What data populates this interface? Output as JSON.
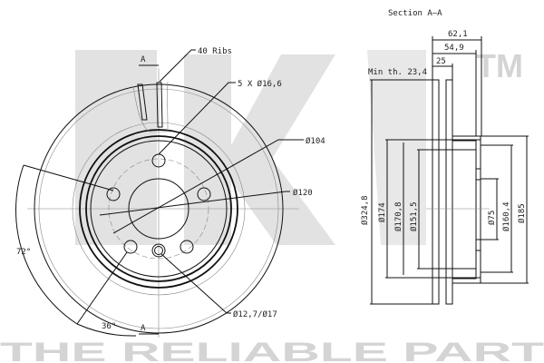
{
  "watermark": {
    "brand": "NK",
    "tm": "TM",
    "slogan": "THE RELIABLE PART"
  },
  "front_view": {
    "section_marker": "A",
    "ribs": "40 Ribs",
    "bolt_holes": "5 X Ø16,6",
    "d104": "Ø104",
    "d120": "Ø120",
    "angle_72": "72°",
    "angle_36": "36°",
    "d_thread": "Ø12,7/Ø17"
  },
  "section_view": {
    "title": "Section A–A",
    "w62": "62,1",
    "w54": "54,9",
    "w25": "25",
    "min_th": "Min th. 23,4",
    "d324": "Ø324,8",
    "d174": "Ø174",
    "d170": "Ø170,8",
    "d151": "Ø151,5",
    "d75": "Ø75",
    "d160": "Ø160,4",
    "d185": "Ø185"
  }
}
